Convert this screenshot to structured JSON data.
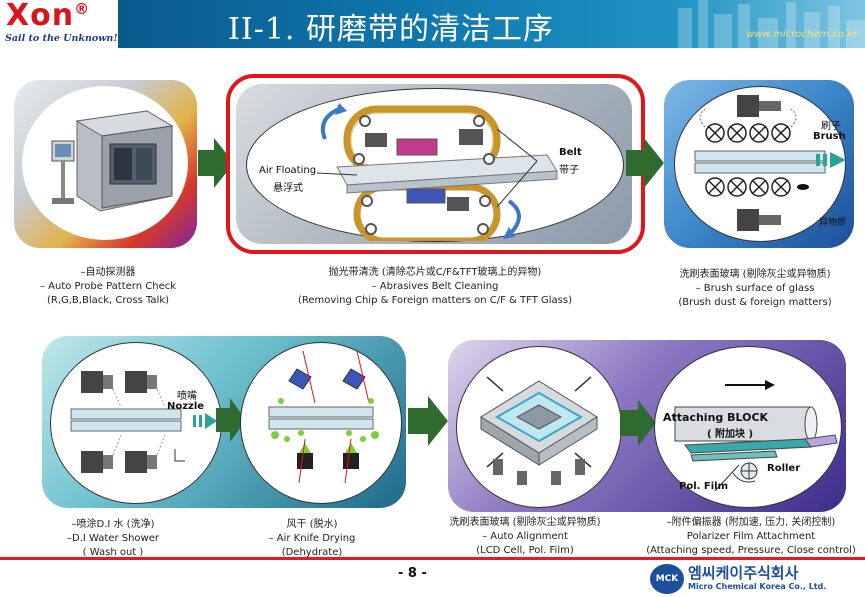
{
  "header": {
    "logo": "Xon",
    "logo_mark": "®",
    "slogan": "Sail to the Unknown!",
    "title": "II-1. 研磨带的清洁工序",
    "url": "www.microchem.co.kr"
  },
  "step1": {
    "caption": [
      "–自动探测器",
      "–  Auto Probe Pattern Check",
      "(R,G,B,Black, Cross Talk)"
    ]
  },
  "step2": {
    "label_air": "Air Floating",
    "label_air_cn": "悬浮式",
    "label_belt": "Belt",
    "label_belt_cn": "带子",
    "caption": [
      "抛光带清洗 (清除芯片或C/F&TFT玻璃上的异物)",
      "–  Abrasives Belt Cleaning",
      "(Removing Chip & Foreign  matters on C/F & TFT Glass)"
    ]
  },
  "step3": {
    "label_brush_cn": "刷子",
    "label_brush": "Brush",
    "label_foreign": "异物质",
    "caption": [
      "洗刷表面玻璃 (剔除灰尘或异物质)",
      "–  Brush surface of glass",
      "(Brush dust & foreign matters)"
    ]
  },
  "step4": {
    "label_nozzle_cn": "喷嘴",
    "label_nozzle": "Nozzle",
    "caption": [
      "–喷涂D.I 水 (洗净)",
      "–D.I Water Shower",
      "( Wash out )"
    ]
  },
  "step5": {
    "caption": [
      "风干 (脱水)",
      "–  Air Knife Drying",
      "(Dehydrate)"
    ]
  },
  "step6": {
    "caption": [
      "洗刷表面玻璃 (剔除灰尘或异物质)",
      "–  Auto Alignment",
      "(LCD Cell, Pol. Film)"
    ]
  },
  "step7": {
    "label_block": "Attaching BLOCK",
    "label_block_cn": "( 附加块 )",
    "label_roller": "Roller",
    "label_pol": "Pol. Film",
    "caption": [
      "–附件偏振器 (附加速, 压力, 关闭控制)",
      "Polarizer Film Attachment",
      "(Attaching speed, Pressure, Close control)"
    ]
  },
  "footer": {
    "page": "- 8 -",
    "badge": "MCK",
    "company_ko": "엠씨케이주식회사",
    "company_en": "Micro Chemical Korea Co., Ltd."
  }
}
